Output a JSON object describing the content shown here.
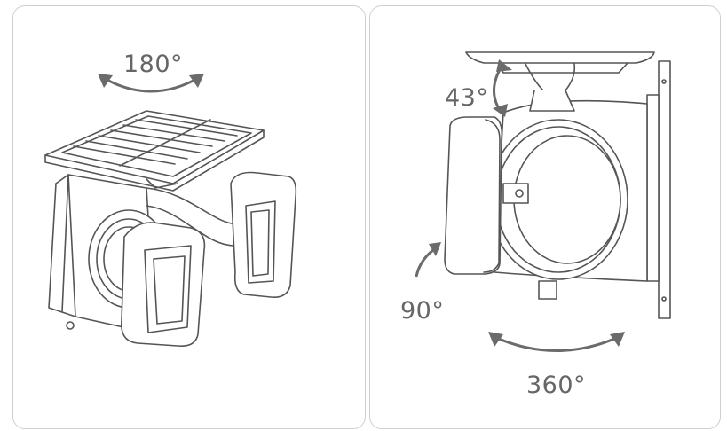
{
  "left_panel": {
    "rotation_label": "180°"
  },
  "right_panel": {
    "tilt_label": "43°",
    "light_tilt_label": "90°",
    "swivel_label": "360°"
  },
  "colors": {
    "line": "#555555",
    "arrow": "#6b6b6b",
    "border": "#cfcfcf"
  }
}
